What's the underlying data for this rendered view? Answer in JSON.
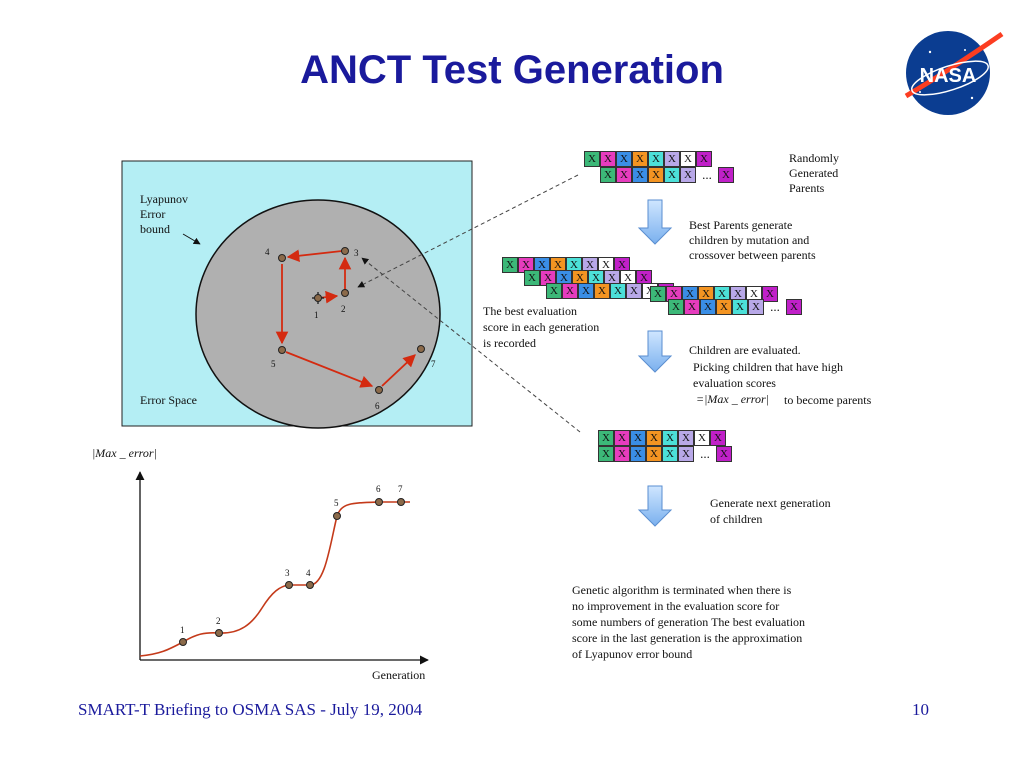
{
  "slide": {
    "title": "ANCT Test Generation",
    "footer": "SMART-T Briefing to OSMA SAS - July 19, 2004",
    "page_number": "10",
    "logo_text": "NASA"
  },
  "error_space": {
    "boundary_label": [
      "Lyapunov",
      "Error",
      "bound"
    ],
    "space_label": "Error Space",
    "points": [
      "1",
      "2",
      "3",
      "4",
      "5",
      "6",
      "7"
    ]
  },
  "plot": {
    "ylabel": "|Max _ error|",
    "xlabel": "Generation",
    "points": [
      "1",
      "2",
      "3",
      "4",
      "5",
      "6",
      "7"
    ]
  },
  "flow": {
    "randomly_generated": [
      "Randomly",
      "Generated",
      "Parents"
    ],
    "best_parents": [
      "Best Parents generate",
      "children by mutation and",
      "crossover between parents"
    ],
    "best_eval": [
      "The best evaluation",
      " score in each generation",
      "is recorded"
    ],
    "children_evaluated": "Children are evaluated.",
    "picking": [
      "Picking children that have high",
      "evaluation scores"
    ],
    "max_error_eq": "=|Max _ error|",
    "to_become": "to become parents",
    "generate_next": [
      "Generate next generation",
      "of children"
    ],
    "termination": [
      "Genetic algorithm is terminated when there is",
      "no improvement in the evaluation score for",
      "some numbers of generation The best evaluation",
      "score in the last generation is the approximation",
      "of Lyapunov error bound"
    ]
  },
  "gene": {
    "letter": "X",
    "ellipsis": "...",
    "colors": [
      "#3cb878",
      "#e63cbe",
      "#3a8ee6",
      "#f39422",
      "#4ce0d8",
      "#b8a8e8",
      "#ffffff",
      "#c020c8"
    ]
  }
}
